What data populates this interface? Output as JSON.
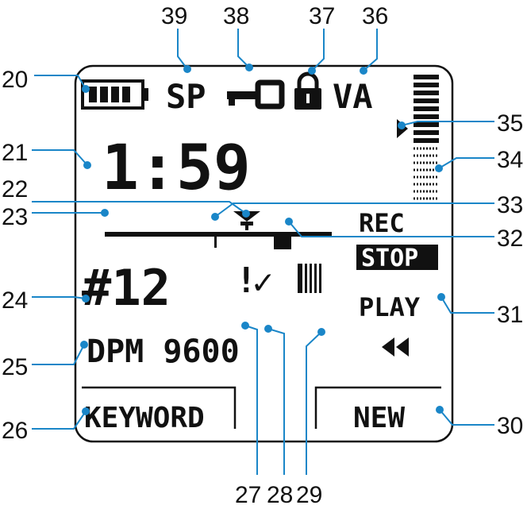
{
  "display": {
    "battery_icon": "battery-icon",
    "mode_sp": "SP",
    "key_icon": "key-icon",
    "lock_icon": "lock-icon",
    "mode_va": "VA",
    "time": "1:59",
    "index": "#12",
    "device": "DPM 9600",
    "rec": "REC",
    "stop": "STOP",
    "play": "PLAY",
    "rewind_icon": "rewind-icon",
    "keyword": "KEYWORD",
    "new": "NEW",
    "priority": "!",
    "check": "✓"
  },
  "callouts": [
    {
      "id": "20",
      "label": "20"
    },
    {
      "id": "21",
      "label": "21"
    },
    {
      "id": "22",
      "label": "22"
    },
    {
      "id": "23",
      "label": "23"
    },
    {
      "id": "24",
      "label": "24"
    },
    {
      "id": "25",
      "label": "25"
    },
    {
      "id": "26",
      "label": "26"
    },
    {
      "id": "27",
      "label": "27"
    },
    {
      "id": "28",
      "label": "28"
    },
    {
      "id": "29",
      "label": "29"
    },
    {
      "id": "30",
      "label": "30"
    },
    {
      "id": "31",
      "label": "31"
    },
    {
      "id": "32",
      "label": "32"
    },
    {
      "id": "33",
      "label": "33"
    },
    {
      "id": "34",
      "label": "34"
    },
    {
      "id": "35",
      "label": "35"
    },
    {
      "id": "36",
      "label": "36"
    },
    {
      "id": "37",
      "label": "37"
    },
    {
      "id": "38",
      "label": "38"
    },
    {
      "id": "39",
      "label": "39"
    }
  ],
  "colors": {
    "callout_line": "#1a86c8",
    "lcd_ink": "#111111",
    "frame": "#111111"
  }
}
